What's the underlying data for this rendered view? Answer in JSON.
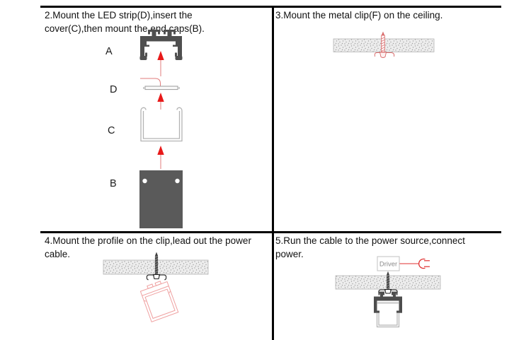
{
  "colors": {
    "arrow_red": "#e81919",
    "cable_red": "#e07b7b",
    "clip_red": "#d96b6b",
    "profile_dark": "#4f4f4f",
    "endcap_gray": "#5a5a5a",
    "channel_gray": "#b3b3b3",
    "tilted_profile_pink": "#efa0a0",
    "ceiling_fill": "#ededed",
    "ceiling_dot": "#9f9f9f",
    "text": "#111111",
    "driver_text": "#8a8a8a"
  },
  "step2": {
    "caption_line1": "2.Mount the LED strip(D),insert the",
    "caption_line2": "cover(C),then mount the end caps(B).",
    "label_a": "A",
    "label_d": "D",
    "label_c": "C",
    "label_b": "B"
  },
  "step3": {
    "caption": "3.Mount the metal clip(F) on the ceiling."
  },
  "step4": {
    "caption_line1": "4.Mount the profile on the clip,lead out the power",
    "caption_line2": "cable."
  },
  "step5": {
    "caption_line1": "5.Run the cable to the power source,connect",
    "caption_line2": "power.",
    "driver_label": "Driver"
  }
}
